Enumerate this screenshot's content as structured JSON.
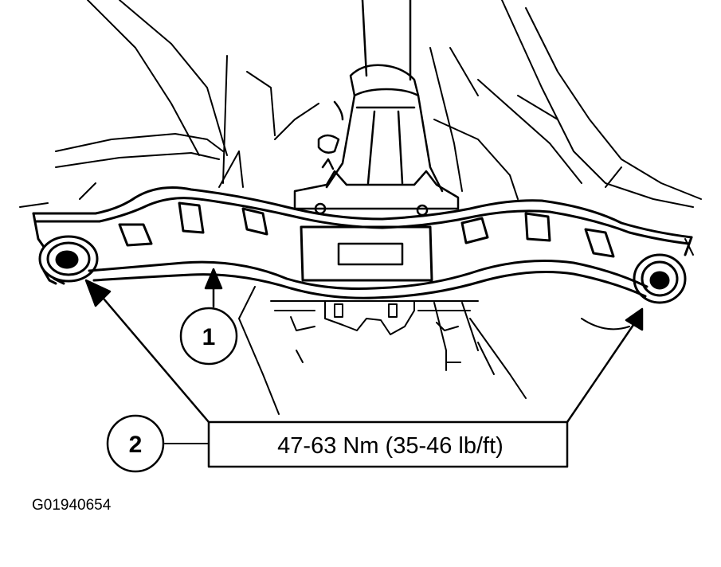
{
  "callouts": {
    "one": "1",
    "two": "2"
  },
  "torque_spec": "47-63 Nm (35-46 lb/ft)",
  "figure_id": "G01940654",
  "colors": {
    "line": "#000000",
    "paper": "#ffffff"
  }
}
